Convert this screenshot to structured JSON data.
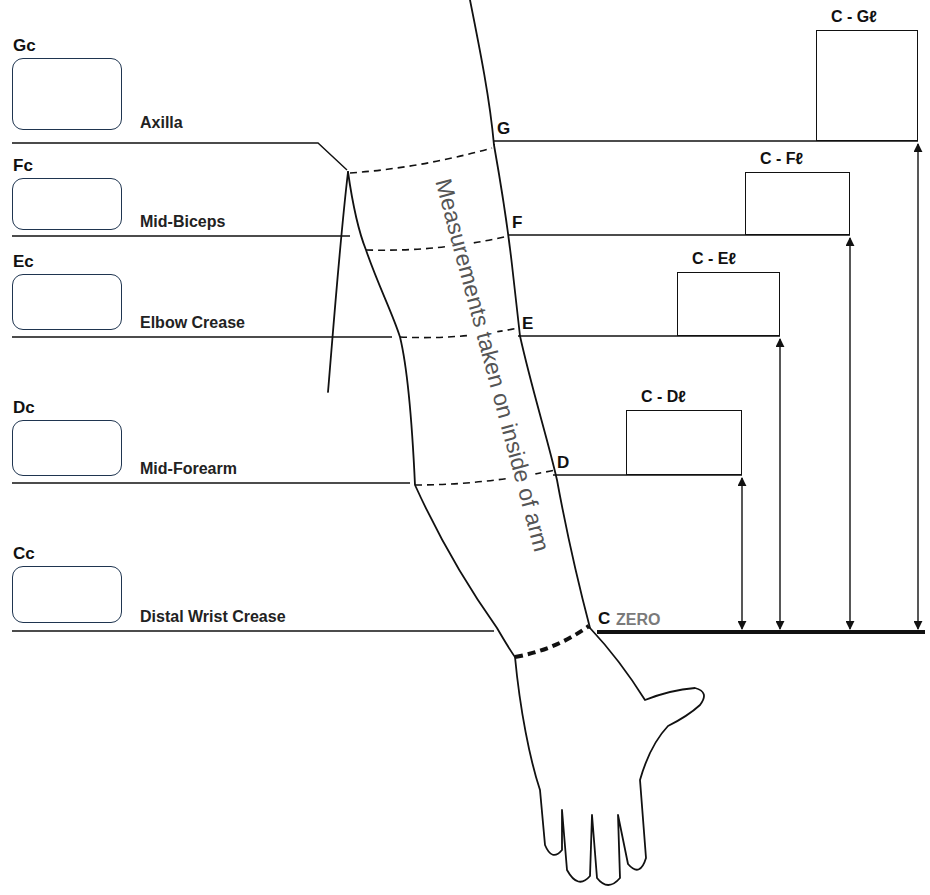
{
  "diagram": {
    "nodes": [
      {
        "text": [
          "Gc"
        ]
      },
      {
        "text": [
          "Fc"
        ]
      },
      {
        "text": [
          "Ec"
        ]
      },
      {
        "text": [
          "Dc"
        ]
      },
      {
        "text": [
          "Cc"
        ]
      },
      {
        "text": [
          "C - Gℓ"
        ]
      },
      {
        "text": [
          "C - Fℓ"
        ]
      },
      {
        "text": [
          "C - Eℓ"
        ]
      },
      {
        "text": [
          "C - Dℓ"
        ]
      }
    ],
    "labels": [
      "Axilla",
      "Mid-Biceps",
      "Elbow Crease",
      "Mid-Forearm",
      "Distal Wrist Crease",
      "G",
      "F",
      "E",
      "D",
      "C",
      "ZERO",
      "Measurements taken on inside of arm"
    ]
  }
}
